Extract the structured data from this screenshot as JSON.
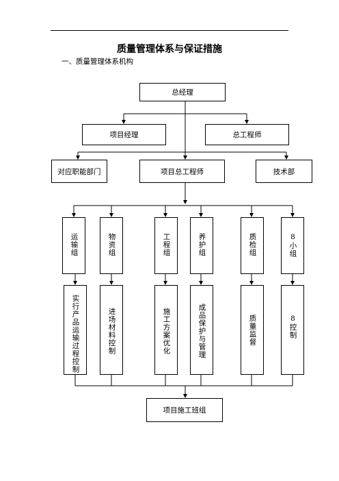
{
  "document": {
    "title": "质量管理体系与保证措施",
    "section_heading": "一、质量管理体系机构"
  },
  "org_chart": {
    "top": "总经理",
    "level2": [
      "项目经理",
      "总工程师"
    ],
    "level3": [
      "对应职能部门",
      "项目总工程师",
      "技术部"
    ],
    "groups": [
      "运输组",
      "物资组",
      "工程组",
      "养护组",
      "质检组",
      "8小组"
    ],
    "duties": [
      "实行产品运输过程控制",
      "进场材料控制",
      "施工方案优化",
      "成品保护与管理",
      "质量监督",
      "8控制"
    ],
    "bottom": "项目施工班组"
  }
}
